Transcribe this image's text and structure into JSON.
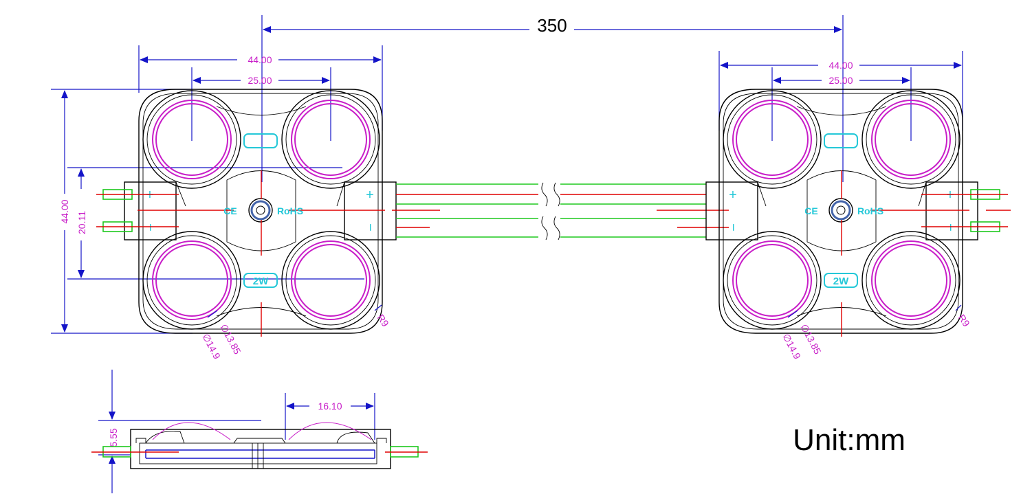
{
  "dimensions": {
    "pitch": "350",
    "module_width": "44.00",
    "lens_pitch": "25.00",
    "module_height": "44.00",
    "inner_pitch": "20.11",
    "radius": "R9",
    "lens_diameter_outer": "∅14.9",
    "lens_diameter_inner": "∅13.85",
    "side_offset": "16.10",
    "thickness": "5.55"
  },
  "markings": {
    "ce": "CE",
    "rohs": "RoHS",
    "watt": "2W",
    "plus": "+",
    "minus": "−"
  },
  "unit_label": "Unit:mm",
  "colors": {
    "dimension_line": "#1414c8",
    "dimension_text": "#c81ec8",
    "lens_ring": "#c81ec8",
    "marking": "#24c8d8",
    "wire_positive": "#e00000",
    "wire_sheath": "#1ec81e",
    "outline": "#000000"
  }
}
